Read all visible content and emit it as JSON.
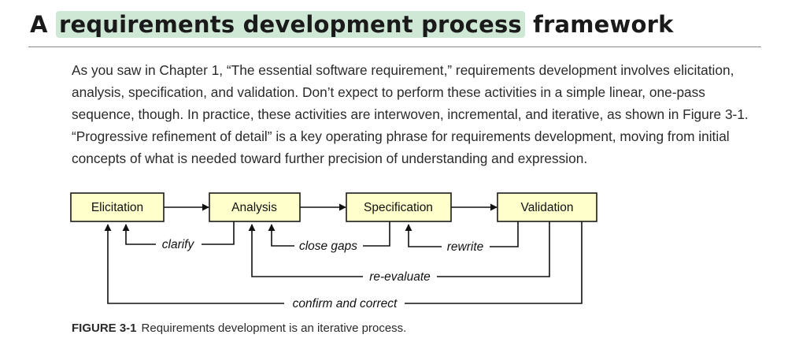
{
  "heading": {
    "prefix": "A",
    "highlight": "requirements development process",
    "suffix": "framework"
  },
  "paragraph": "As you saw in Chapter 1, “The essential software requirement,” requirements development involves elicitation, analysis, specification, and validation. Don’t expect to perform these activities in a simple linear, one-pass sequence, though. In practice, these activities are interwoven, incremental, and iterative, as shown in Figure 3-1. “Progressive refinement of detail” is a key operating phrase for requirements development, moving from initial concepts of what is needed toward further precision of understanding and expression.",
  "diagram": {
    "boxes": [
      "Elicitation",
      "Analysis",
      "Specification",
      "Validation"
    ],
    "loops": [
      "clarify",
      "close gaps",
      "rewrite",
      "re-evaluate",
      "confirm and correct"
    ]
  },
  "caption": {
    "number": "FIGURE 3-1",
    "text": "Requirements development is an iterative process."
  }
}
